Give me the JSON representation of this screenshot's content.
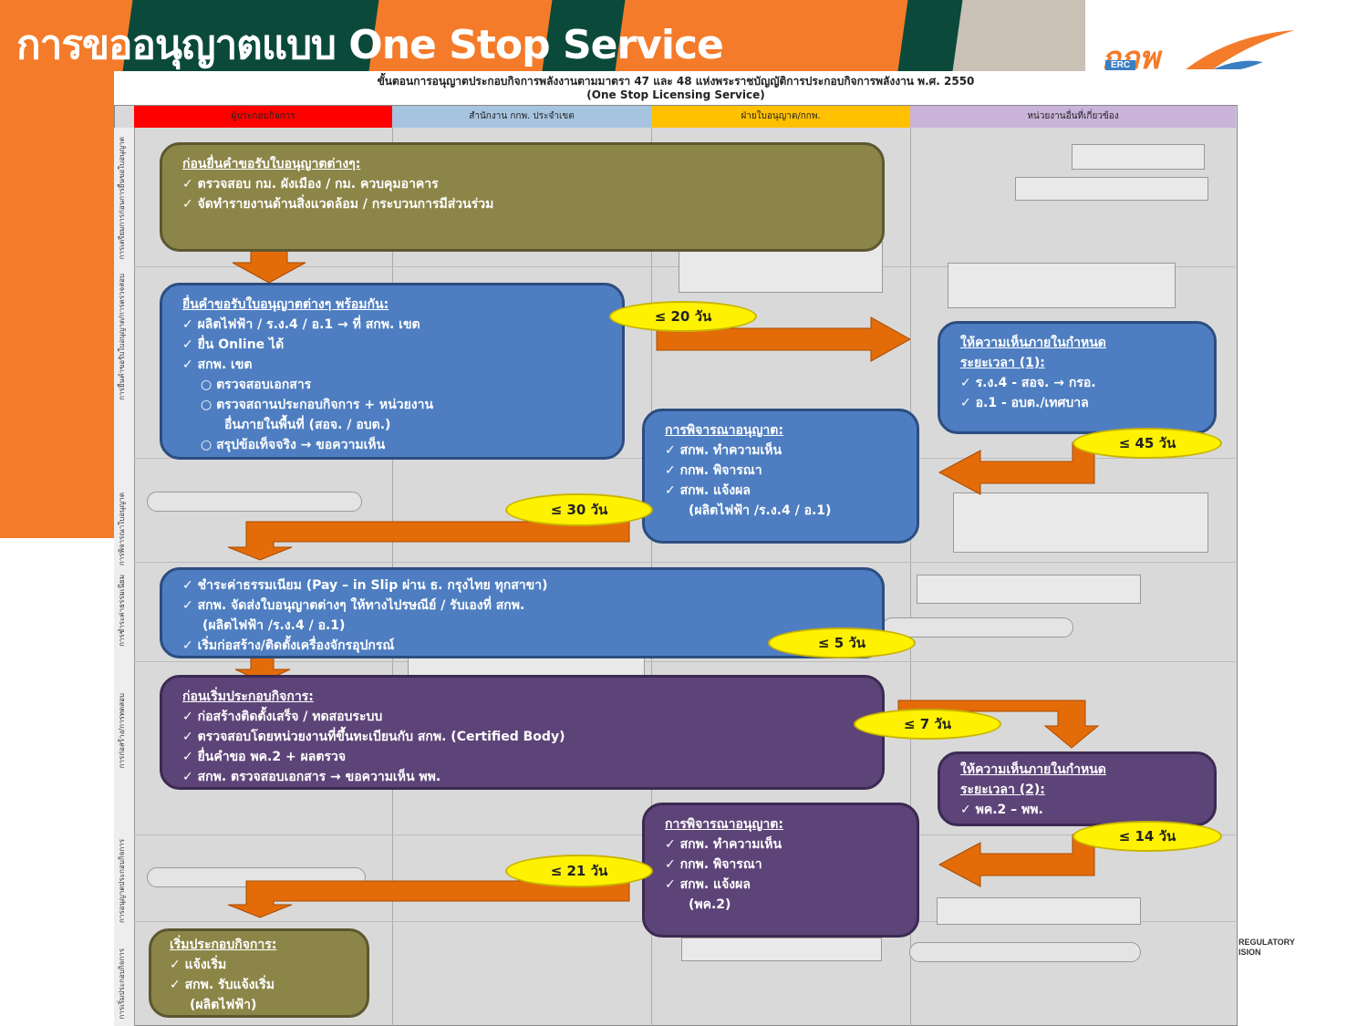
{
  "header": {
    "title": "การขออนุญาตแบบ One Stop Service",
    "logo_text": "กกพ",
    "logo_sub": "ERC",
    "footer_text": "REGULATORY\nISION",
    "stripe_colors": [
      "#f47b2a",
      "#0b4a3a",
      "#f47b2a",
      "#0b4a3a",
      "#f47b2a",
      "#0b4a3a",
      "#c9c1b6",
      "#c9c1b6",
      "#ffffff"
    ]
  },
  "diagram": {
    "caption_line1": "ขั้นตอนการอนุญาตประกอบกิจการพลังงานตามมาตรา 47 และ 48 แห่งพระราชบัญญัติการประกอบกิจการพลังงาน พ.ศ. 2550",
    "caption_line2": "(One Stop Licensing Service)",
    "lanes": [
      {
        "label": "ผู้ประกอบกิจการ",
        "color": "#ff0000"
      },
      {
        "label": "สำนักงาน กกพ. ประจำเขต",
        "color": "#a6c3df"
      },
      {
        "label": "ฝ่ายใบอนุญาต/กกพ.",
        "color": "#ffc000"
      },
      {
        "label": "หน่วยงานอื่นที่เกี่ยวข้อง",
        "color": "#c9b3d9"
      }
    ],
    "row_labels": [
      "การเตรียมการก่อนการยื่นขอใบอนุญาต",
      "การยื่นคำขอรับใบอนุญาต/การตรวจสอบ",
      "การพิจารณาใบอนุญาต",
      "การชำระค่าธรรมเนียม",
      "การก่อสร้าง/การทดสอบ",
      "การอนุญาตประกอบกิจการ",
      "การเริ่มประกอบกิจการ"
    ],
    "boxes": {
      "b1": {
        "heading": "ก่อนยื่นคำขอรับใบอนุญาตต่างๆ:",
        "items": [
          "✓ ตรวจสอบ กม. ผังเมือง / กม. ควบคุมอาคาร",
          "✓ จัดทำรายงานด้านสิ่งแวดล้อม / กระบวนการมีส่วนร่วม"
        ]
      },
      "b2": {
        "heading": "ยื่นคำขอรับใบอนุญาตต่างๆ พร้อมกัน:",
        "items": [
          "✓ ผลิตไฟฟ้า / ร.ง.4 / อ.1 → ที่ สกพ. เขต",
          "✓ ยื่น Online ได้",
          "✓ สกพ. เขต",
          "○ ตรวจสอบเอกสาร",
          "○ ตรวจสถานประกอบกิจการ + หน่วยงาน",
          "อื่นภายในพื้นที่ (สอจ. / อบต.)",
          "○ สรุปข้อเท็จจริง → ขอความเห็น"
        ]
      },
      "b3": {
        "heading": "ให้ความเห็นภายในกำหนด",
        "heading2": "ระยะเวลา (1):",
        "items": [
          "✓ ร.ง.4 - สอจ. → กรอ.",
          "✓ อ.1 - อบต./เทศบาล"
        ]
      },
      "b4": {
        "heading": "การพิจารณาอนุญาต:",
        "items": [
          "✓ สกพ. ทำความเห็น",
          "✓ กกพ. พิจารณา",
          "✓ สกพ. แจ้งผล",
          "(ผลิตไฟฟ้า /ร.ง.4 / อ.1)"
        ]
      },
      "b5": {
        "items": [
          "✓ ชำระค่าธรรมเนียม (Pay – in Slip ผ่าน ธ. กรุงไทย ทุกสาขา)",
          "✓ สกพ. จัดส่งใบอนุญาตต่างๆ ให้ทางไปรษณีย์ / รับเองที่ สกพ.",
          "(ผลิตไฟฟ้า /ร.ง.4 / อ.1)",
          "✓ เริ่มก่อสร้าง/ติดตั้งเครื่องจักรอุปกรณ์"
        ]
      },
      "b6": {
        "heading": "ก่อนเริ่มประกอบกิจการ:",
        "items": [
          "✓ ก่อสร้างติดตั้งเสร็จ / ทดสอบระบบ",
          "✓ ตรวจสอบโดยหน่วยงานที่ขึ้นทะเบียนกับ สกพ. (Certified Body)",
          "✓ ยื่นคำขอ พค.2 + ผลตรวจ",
          "✓ สกพ. ตรวจสอบเอกสาร → ขอความเห็น พพ."
        ]
      },
      "b7": {
        "heading": "ให้ความเห็นภายในกำหนด",
        "heading2": "ระยะเวลา (2):",
        "items": [
          "✓ พค.2 – พพ."
        ]
      },
      "b8": {
        "heading": "การพิจารณาอนุญาต:",
        "items": [
          "✓ สกพ. ทำความเห็น",
          "✓ กกพ. พิจารณา",
          "✓ สกพ. แจ้งผล",
          "(พค.2)"
        ]
      },
      "b9": {
        "heading": "เริ่มประกอบกิจการ:",
        "items": [
          "✓ แจ้งเริ่ม",
          "✓ สกพ. รับแจ้งเริ่ม",
          "(ผลิตไฟฟ้า)"
        ]
      }
    },
    "durations": [
      "≤ 20 วัน",
      "≤ 45 วัน",
      "≤ 30 วัน",
      "≤ 5 วัน",
      "≤ 7 วัน",
      "≤ 14 วัน",
      "≤ 21 วัน"
    ],
    "colors": {
      "arrow": "#e36c09",
      "oval": "#fff200"
    }
  }
}
